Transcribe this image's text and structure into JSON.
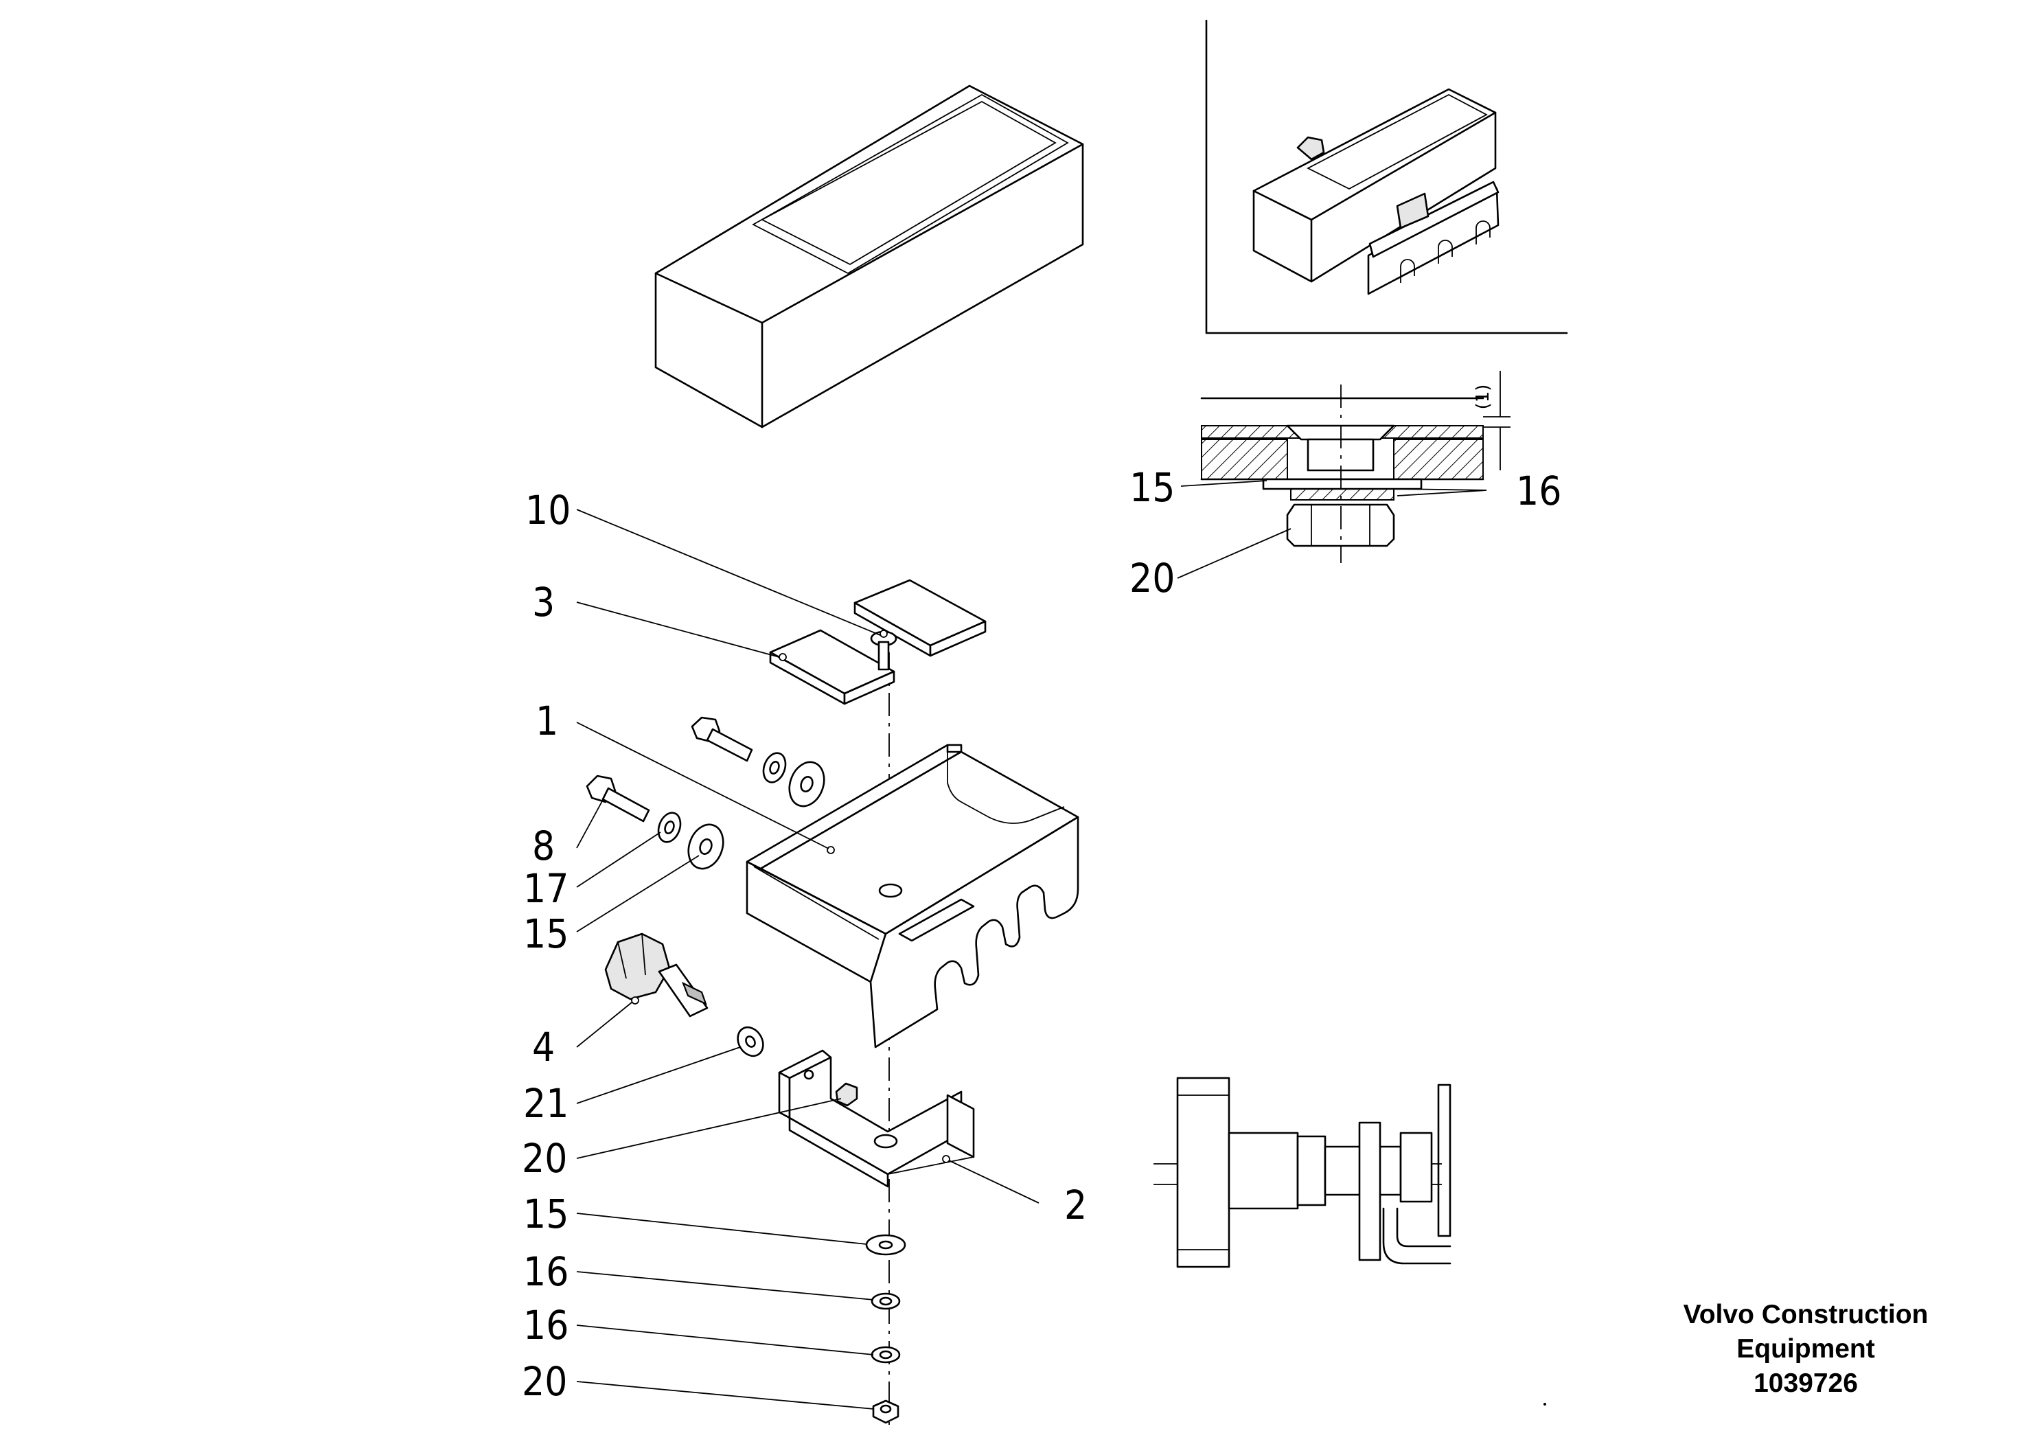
{
  "callouts": {
    "main": [
      "10",
      "3",
      "1",
      "8",
      "17",
      "15",
      "4",
      "21",
      "20",
      "2",
      "15",
      "16",
      "16",
      "20"
    ],
    "section": [
      "15",
      "16",
      "20"
    ],
    "dimension": "(1)"
  },
  "footer": {
    "line1": "Volvo Construction",
    "line2": "Equipment",
    "code": "1039726"
  }
}
